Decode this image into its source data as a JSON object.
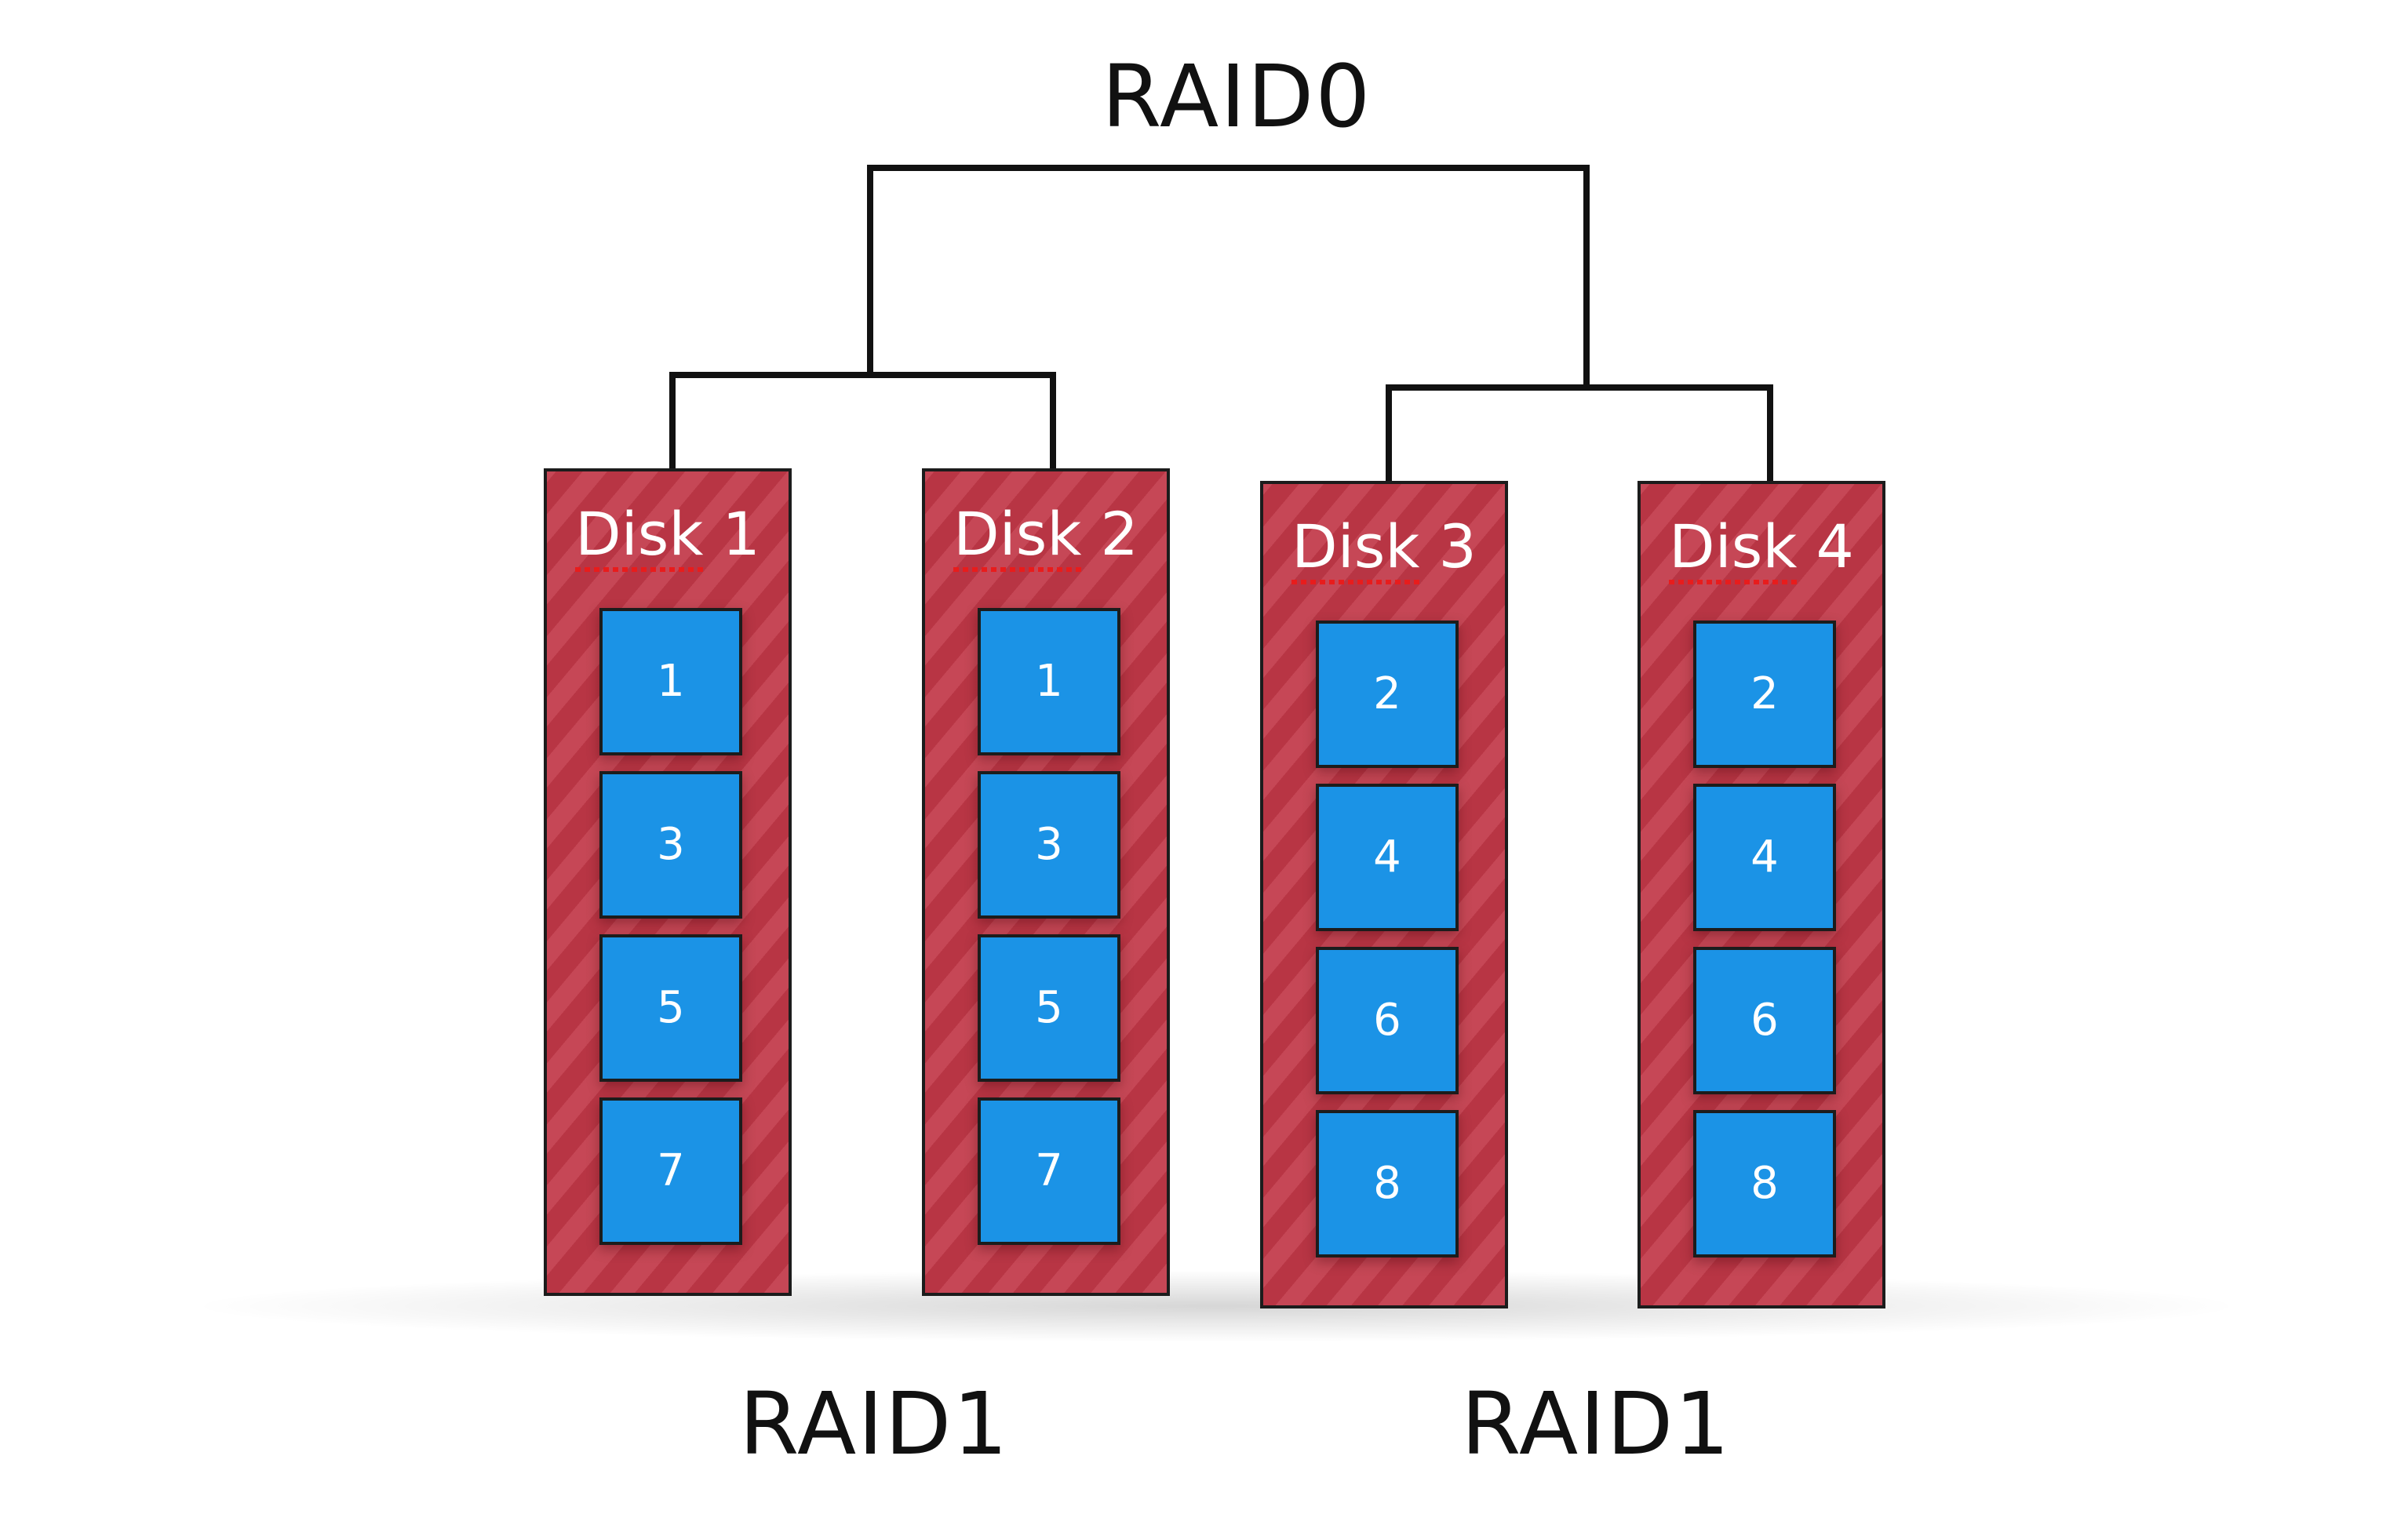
{
  "diagram": {
    "top_label": "RAID0",
    "bottom_labels": [
      "RAID1",
      "RAID1"
    ],
    "colors": {
      "disk_fill": "#c23c4b",
      "block_fill": "#1b93e6",
      "line": "#111111",
      "label_text": "#111111",
      "spellcheck_underline": "#e81c1c"
    },
    "disks": [
      {
        "title": "Disk 1",
        "blocks": [
          "1",
          "3",
          "5",
          "7"
        ]
      },
      {
        "title": "Disk 2",
        "blocks": [
          "1",
          "3",
          "5",
          "7"
        ]
      },
      {
        "title": "Disk 3",
        "blocks": [
          "2",
          "4",
          "6",
          "8"
        ]
      },
      {
        "title": "Disk 4",
        "blocks": [
          "2",
          "4",
          "6",
          "8"
        ]
      }
    ]
  }
}
